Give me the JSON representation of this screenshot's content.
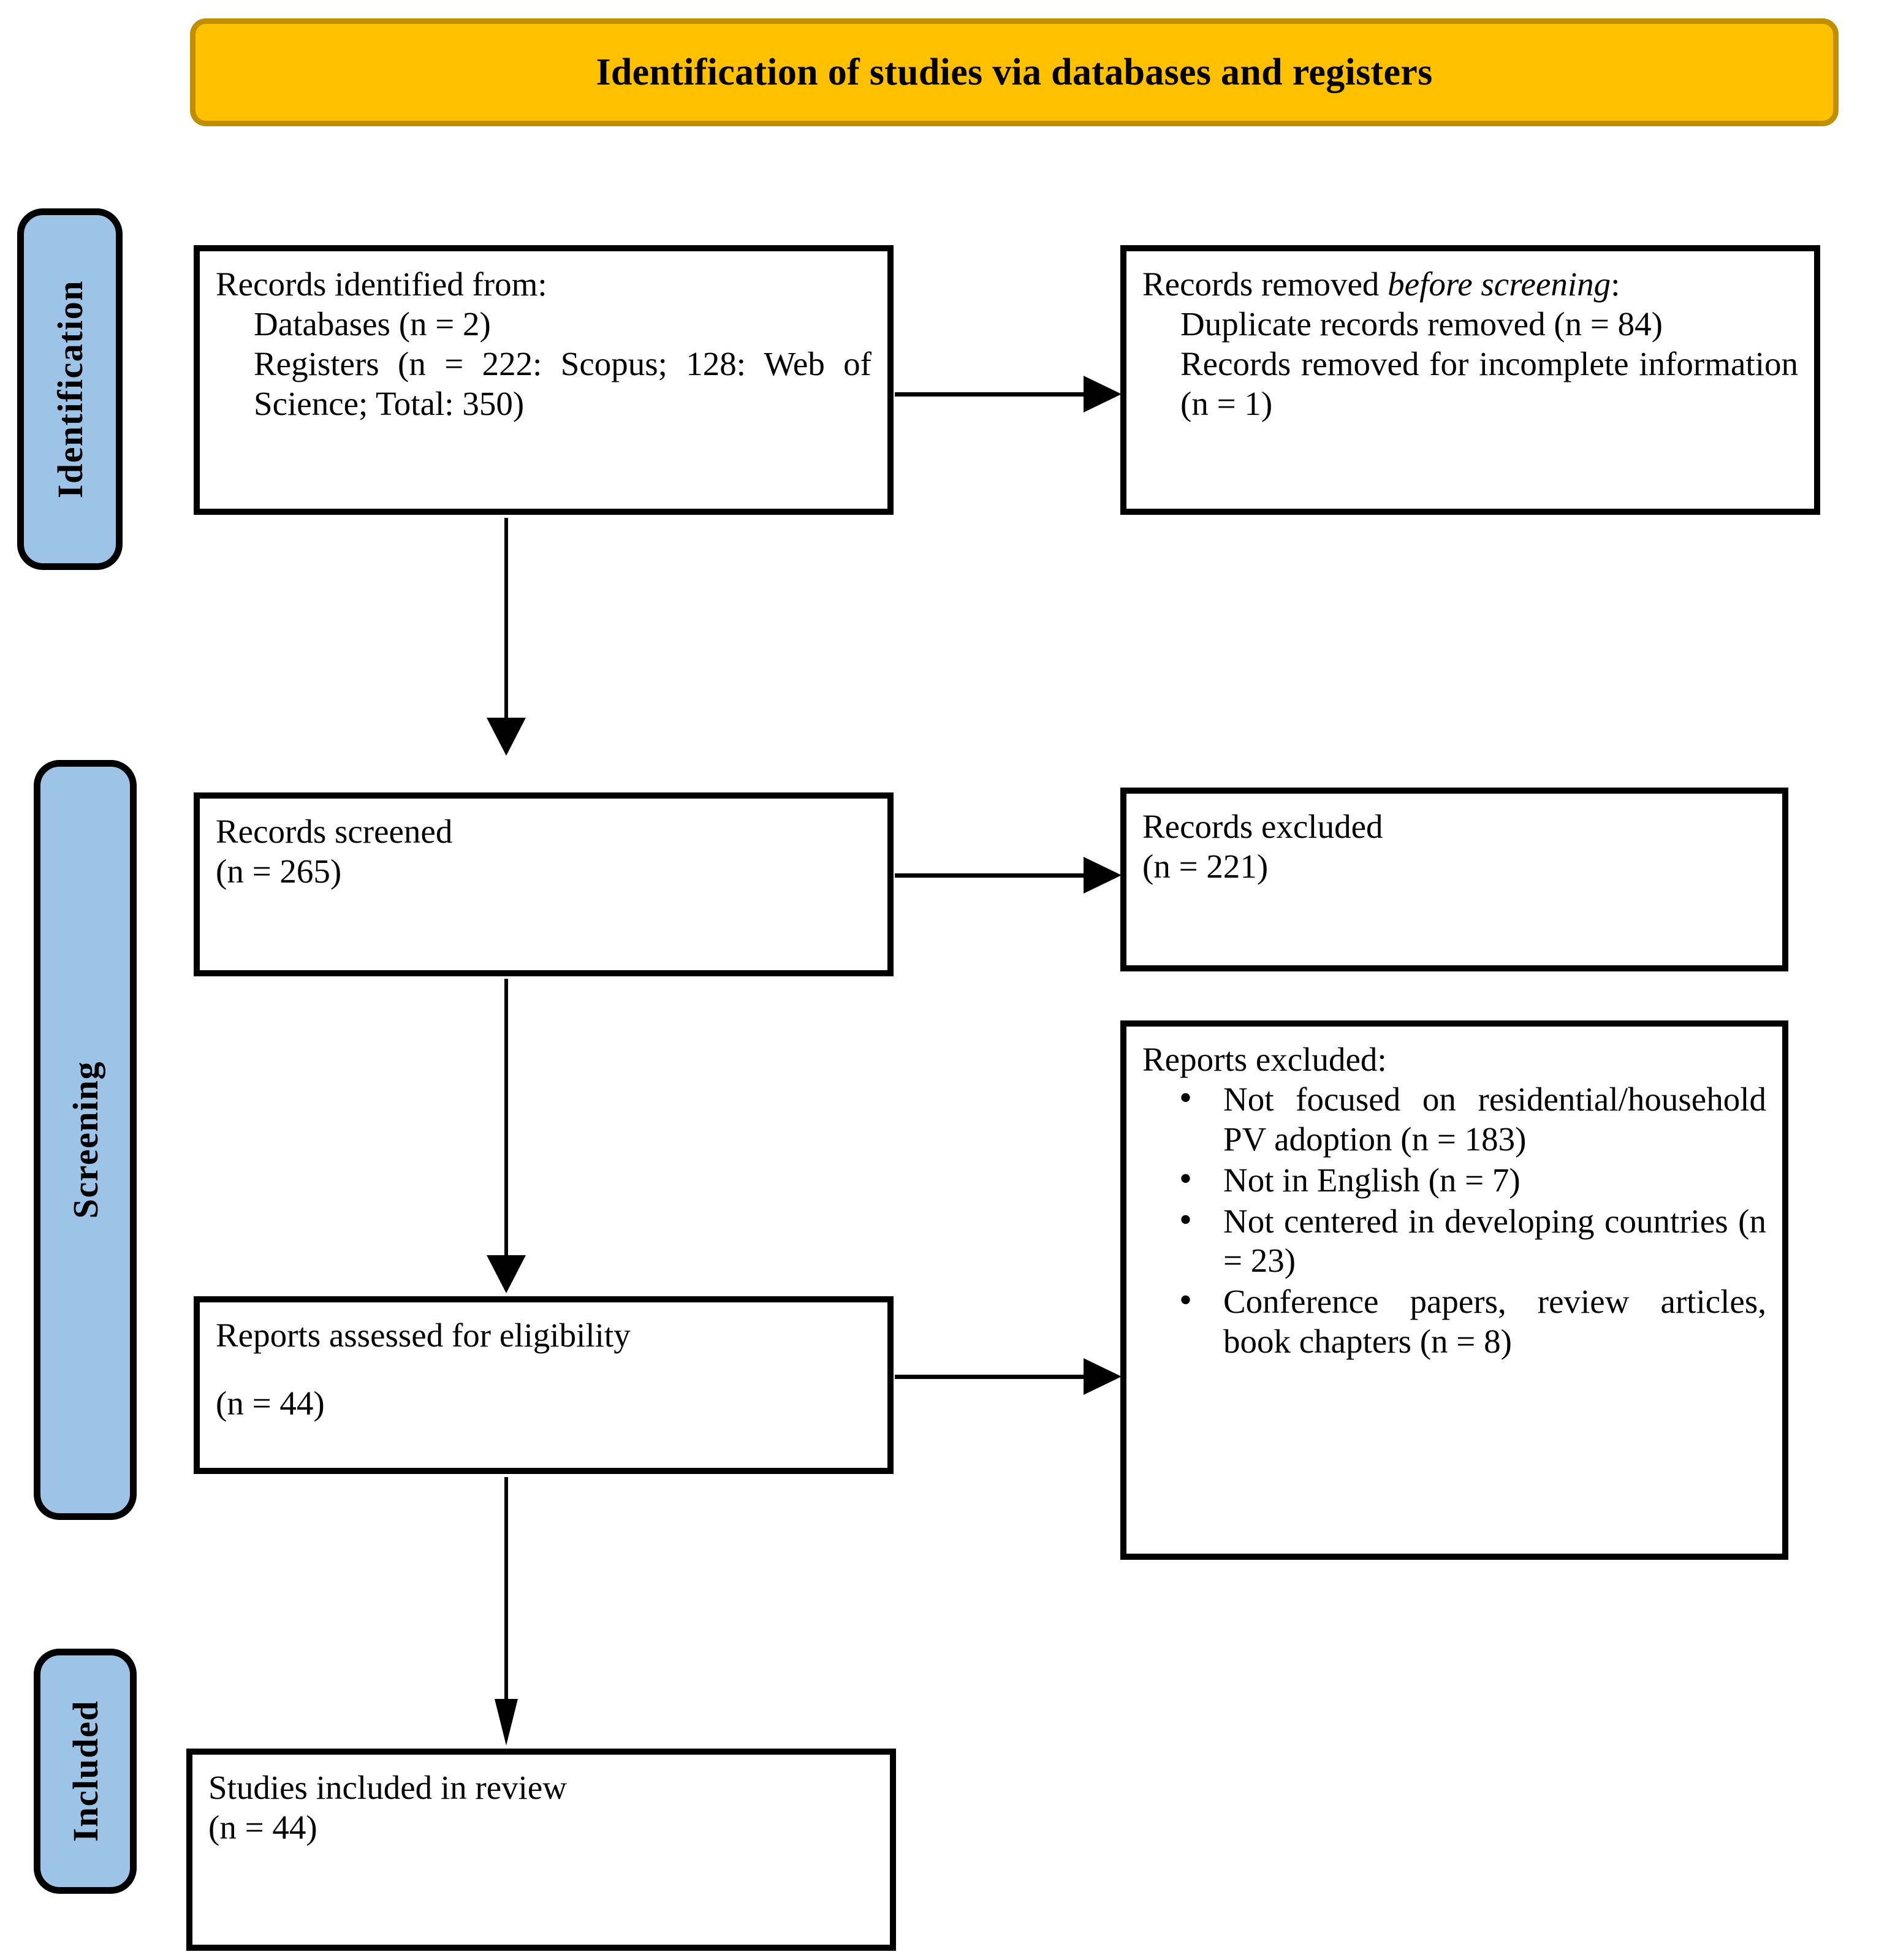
{
  "diagram": {
    "type": "prisma-flow-diagram",
    "title": "Identification of studies via databases and registers"
  },
  "stages": [
    {
      "key": "identification",
      "label": "Identification"
    },
    {
      "key": "screening",
      "label": "Screening"
    },
    {
      "key": "included",
      "label": "Included"
    }
  ],
  "boxes": {
    "records_identified": {
      "heading": "Records identified from:",
      "line_databases": "Databases (n = 2)",
      "line_registers": "Registers (n = 222: Scopus; 128: Web of Science; Total: 350)"
    },
    "records_removed": {
      "heading_prefix": "Records removed ",
      "heading_italic": "before screening",
      "heading_suffix": ":",
      "line_duplicates": "Duplicate records removed (n = 84)",
      "line_incomplete": "Records removed for incomplete information (n = 1)"
    },
    "records_screened": {
      "line1": "Records screened",
      "line2": "(n = 265)"
    },
    "records_excluded": {
      "line1": "Records excluded",
      "line2": "(n = 221)"
    },
    "reports_assessed": {
      "line1": "Reports assessed for eligibility",
      "line2": "(n = 44)"
    },
    "reports_excluded": {
      "heading": "Reports excluded:",
      "bullets": [
        "Not focused on residential/household PV adoption (n = 183)",
        "Not in English (n = 7)",
        "Not centered in developing countries (n = 23)",
        "Conference papers, review articles, book chapters (n = 8)"
      ]
    },
    "studies_included": {
      "line1": "Studies included in review",
      "line2": "(n = 44)"
    }
  },
  "counts": {
    "databases": 2,
    "registers_scopus": 222,
    "registers_web_of_science": 128,
    "registers_total": 350,
    "duplicates_removed": 84,
    "removed_incomplete": 1,
    "records_screened": 265,
    "records_excluded": 221,
    "reports_assessed": 44,
    "excluded_not_residential": 183,
    "excluded_not_english": 7,
    "excluded_not_developing": 23,
    "excluded_conference_review_book": 8,
    "studies_included": 44
  },
  "colors": {
    "title_fill": "#FFC000",
    "title_border": "#BF8F00",
    "stage_fill": "#9DC3E6",
    "stage_border": "#000000",
    "box_border": "#000000",
    "box_fill": "#FFFFFF",
    "arrow": "#000000"
  }
}
